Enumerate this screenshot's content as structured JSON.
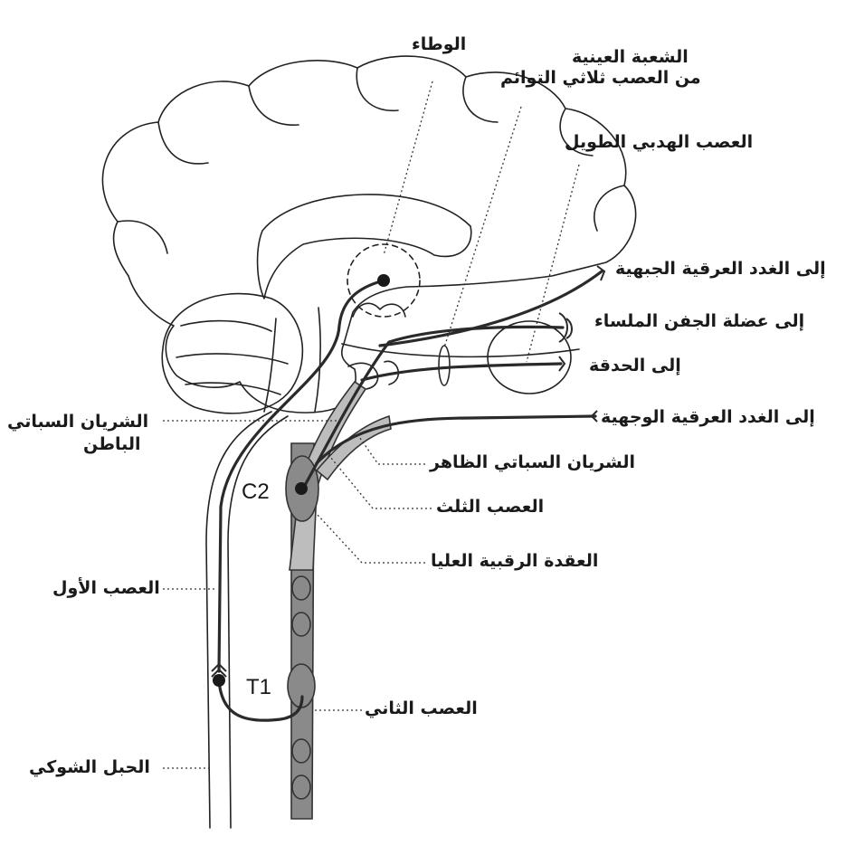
{
  "labels": {
    "hypothalamus": "الوطاء",
    "ophthalmic_line1": "الشعبة العينية",
    "ophthalmic_line2": "من العصب ثلاثي التوائم",
    "long_ciliary": "العصب الهدبي الطويل",
    "frontal_sweat": "إلى الغدد العرقية الجبهية",
    "eyelid_muscle": "إلى عضلة الجفن الملساء",
    "pupil": "إلى الحدقة",
    "facial_sweat": "إلى الغدد العرقية الوجهية",
    "internal_carotid_line1": "الشريان السباتي",
    "internal_carotid_line2": "الباطن",
    "external_carotid": "الشريان السباتي الظاهر",
    "third_neuron": "العصب الثلث",
    "superior_cervical": "العقدة الرقبية العليا",
    "first_neuron": "العصب الأول",
    "second_neuron": "العصب الثاني",
    "spinal_cord": "الحبل الشوكي",
    "c2": "C2",
    "t1": "T1"
  }
}
